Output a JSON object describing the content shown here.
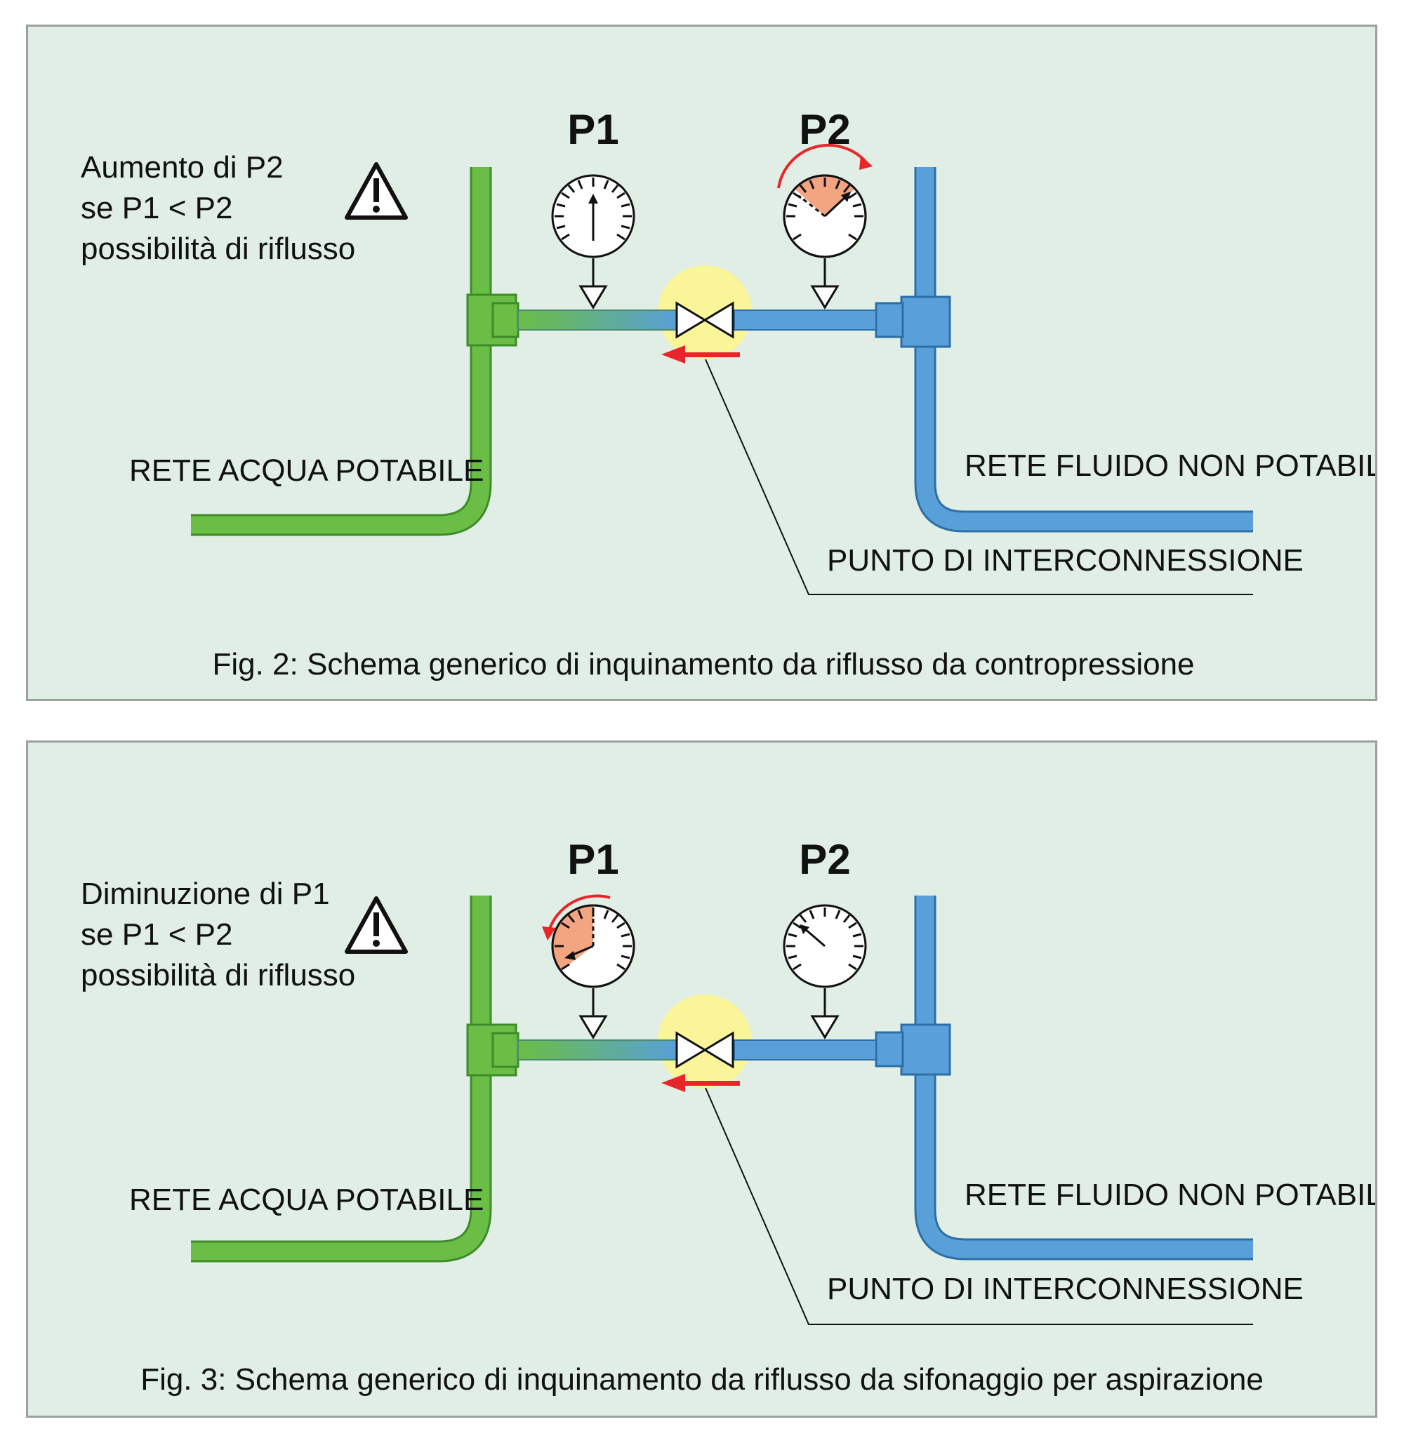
{
  "colors": {
    "panel_bg": "#e0eee5",
    "potable_pipe": "#6abd45",
    "non_potable_pipe": "#58a0d7",
    "highlight": "#fbf59a",
    "flow_arrow": "#e8262a",
    "gauge_alert": "#f2a580"
  },
  "figures": [
    {
      "warning": [
        "Aumento di P2",
        "se P1 < P2",
        "possibilità di riflusso"
      ],
      "warning_icon": "warning-triangle-icon",
      "p1_label": "P1",
      "p2_label": "P2",
      "potable_label": "RETE ACQUA POTABILE",
      "non_potable_label": "RETE FLUIDO NON POTABILE",
      "interconnection_label": "PUNTO DI INTERCONNESSIONE",
      "caption": "Fig. 2: Schema generico di inquinamento da riflusso da contropressione",
      "changed_gauge": "P2",
      "change_direction": "clockwise"
    },
    {
      "warning": [
        "Diminuzione di P1",
        "se P1 < P2",
        "possibilità di riflusso"
      ],
      "warning_icon": "warning-triangle-icon",
      "p1_label": "P1",
      "p2_label": "P2",
      "potable_label": "RETE ACQUA POTABILE",
      "non_potable_label": "RETE FLUIDO NON POTABILE",
      "interconnection_label": "PUNTO DI INTERCONNESSIONE",
      "caption": "Fig. 3: Schema generico di inquinamento da riflusso da sifonaggio per aspirazione",
      "changed_gauge": "P1",
      "change_direction": "counterclockwise"
    }
  ]
}
